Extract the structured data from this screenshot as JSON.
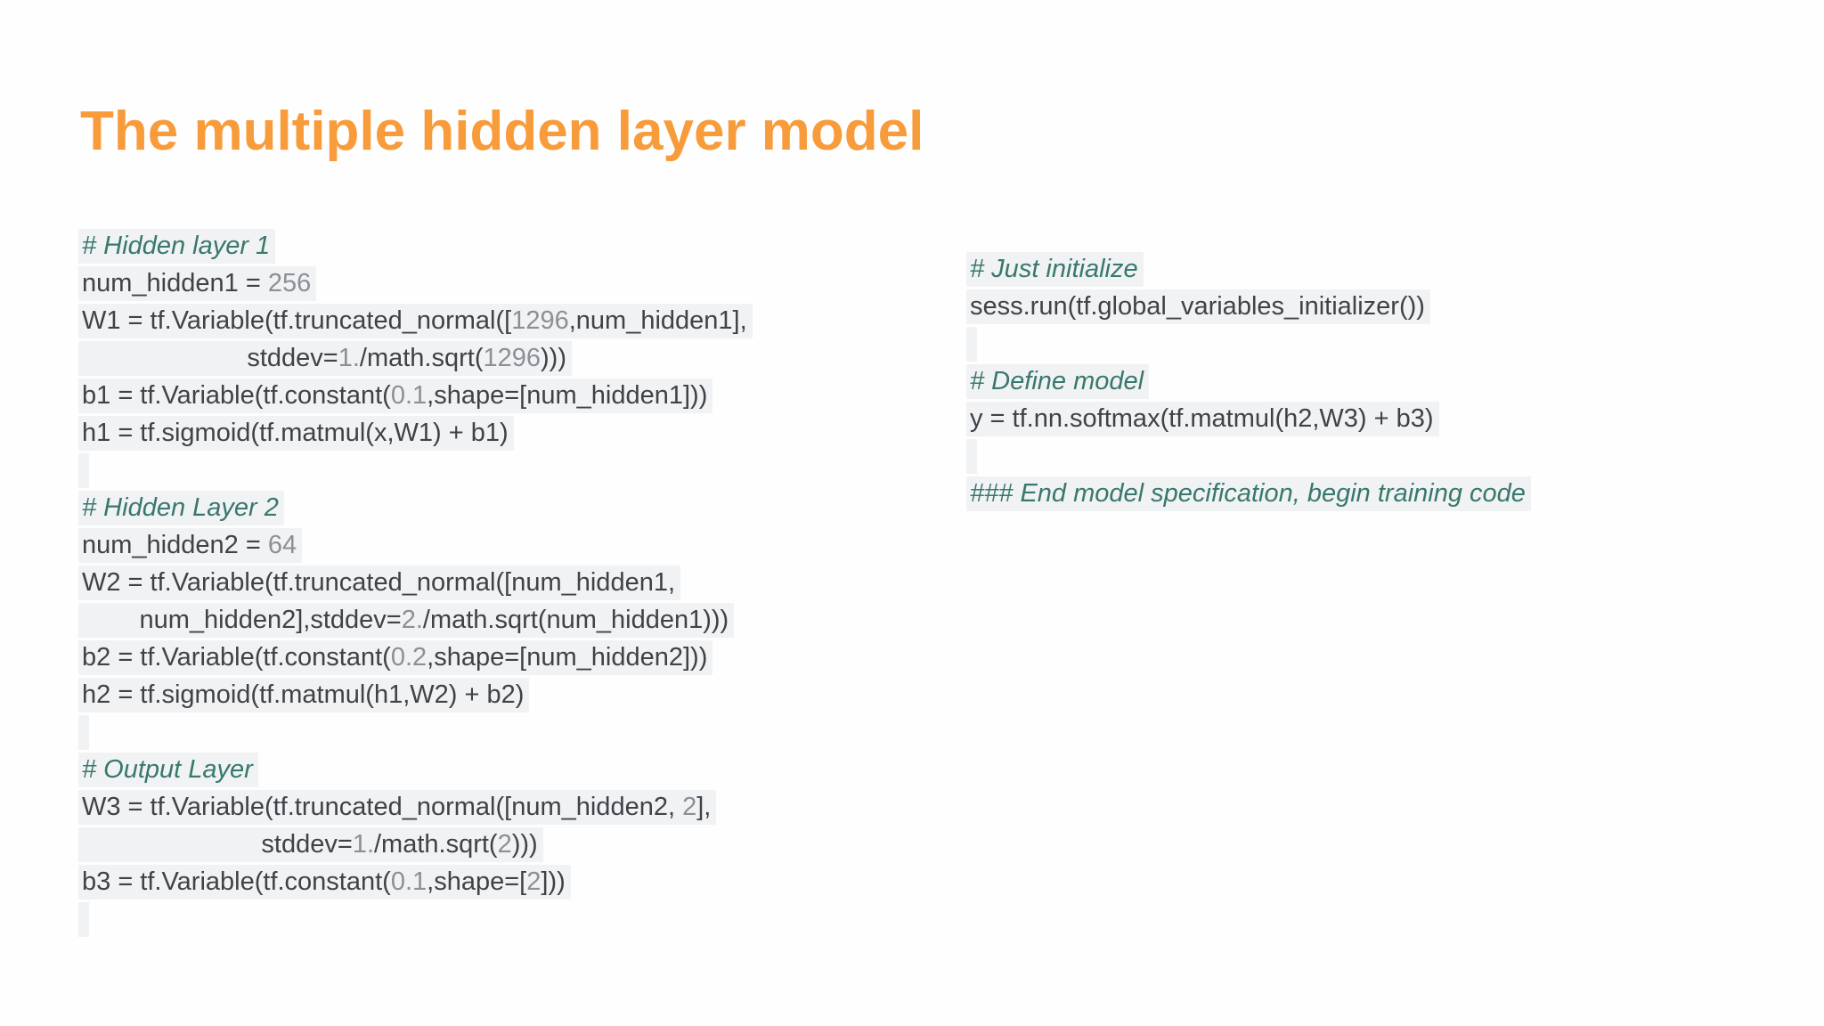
{
  "slide": {
    "title": "The multiple hidden layer model",
    "colors": {
      "background": "#FEFEFE",
      "title_orange": "#F89C3B",
      "comment_teal": "#38786D",
      "code_dark": "#3E4347",
      "number_gray": "#8A9095",
      "line_highlight": "#F1F2F4"
    },
    "columns": [
      {
        "name": "left",
        "lines": [
          {
            "type": "comment",
            "segments": [
              {
                "text": "# Hidden layer 1",
                "style": "comment"
              }
            ]
          },
          {
            "type": "code",
            "segments": [
              {
                "text": "num_hidden1 = ",
                "style": "code"
              },
              {
                "text": "256",
                "style": "number"
              }
            ]
          },
          {
            "type": "code",
            "segments": [
              {
                "text": "W1 = tf.Variable(tf.truncated_normal([",
                "style": "code"
              },
              {
                "text": "1296",
                "style": "number"
              },
              {
                "text": ",num_hidden1],",
                "style": "code"
              }
            ]
          },
          {
            "type": "code",
            "segments": [
              {
                "text": "                       stddev=",
                "style": "code"
              },
              {
                "text": "1.",
                "style": "number"
              },
              {
                "text": "/math.sqrt(",
                "style": "code"
              },
              {
                "text": "1296",
                "style": "number"
              },
              {
                "text": ")))",
                "style": "code"
              }
            ]
          },
          {
            "type": "code",
            "segments": [
              {
                "text": "b1 = tf.Variable(tf.constant(",
                "style": "code"
              },
              {
                "text": "0.1",
                "style": "number"
              },
              {
                "text": ",shape=[num_hidden1]))",
                "style": "code"
              }
            ]
          },
          {
            "type": "code",
            "segments": [
              {
                "text": "h1 = tf.sigmoid(tf.matmul(x,W1) + b1)",
                "style": "code"
              }
            ]
          },
          {
            "type": "blank"
          },
          {
            "type": "comment",
            "segments": [
              {
                "text": "# Hidden Layer 2",
                "style": "comment"
              }
            ]
          },
          {
            "type": "code",
            "segments": [
              {
                "text": "num_hidden2 = ",
                "style": "code"
              },
              {
                "text": "64",
                "style": "number"
              }
            ]
          },
          {
            "type": "code",
            "segments": [
              {
                "text": "W2 = tf.Variable(tf.truncated_normal([num_hidden1,",
                "style": "code"
              }
            ]
          },
          {
            "type": "code",
            "segments": [
              {
                "text": "        num_hidden2],stddev=",
                "style": "code"
              },
              {
                "text": "2.",
                "style": "number"
              },
              {
                "text": "/math.sqrt(num_hidden1)))",
                "style": "code"
              }
            ]
          },
          {
            "type": "code",
            "segments": [
              {
                "text": "b2 = tf.Variable(tf.constant(",
                "style": "code"
              },
              {
                "text": "0.2",
                "style": "number"
              },
              {
                "text": ",shape=[num_hidden2]))",
                "style": "code"
              }
            ]
          },
          {
            "type": "code",
            "segments": [
              {
                "text": "h2 = tf.sigmoid(tf.matmul(h1,W2) + b2)",
                "style": "code"
              }
            ]
          },
          {
            "type": "blank"
          },
          {
            "type": "comment",
            "segments": [
              {
                "text": "# Output Layer",
                "style": "comment"
              }
            ]
          },
          {
            "type": "code",
            "segments": [
              {
                "text": "W3 = tf.Variable(tf.truncated_normal([num_hidden2, ",
                "style": "code"
              },
              {
                "text": "2",
                "style": "number"
              },
              {
                "text": "],",
                "style": "code"
              }
            ]
          },
          {
            "type": "code",
            "segments": [
              {
                "text": "                         stddev=",
                "style": "code"
              },
              {
                "text": "1.",
                "style": "number"
              },
              {
                "text": "/math.sqrt(",
                "style": "code"
              },
              {
                "text": "2",
                "style": "number"
              },
              {
                "text": ")))",
                "style": "code"
              }
            ]
          },
          {
            "type": "code",
            "segments": [
              {
                "text": "b3 = tf.Variable(tf.constant(",
                "style": "code"
              },
              {
                "text": "0.1",
                "style": "number"
              },
              {
                "text": ",shape=[",
                "style": "code"
              },
              {
                "text": "2",
                "style": "number"
              },
              {
                "text": "]))",
                "style": "code"
              }
            ]
          },
          {
            "type": "blank"
          }
        ]
      },
      {
        "name": "right",
        "lines": [
          {
            "type": "comment",
            "segments": [
              {
                "text": "# Just initialize",
                "style": "comment"
              }
            ]
          },
          {
            "type": "code",
            "segments": [
              {
                "text": "sess.run(tf.global_variables_initializer())",
                "style": "code"
              }
            ]
          },
          {
            "type": "blank"
          },
          {
            "type": "comment",
            "segments": [
              {
                "text": "# Define model",
                "style": "comment"
              }
            ]
          },
          {
            "type": "code",
            "segments": [
              {
                "text": "y = tf.nn.softmax(tf.matmul(h2,W3) + b3)",
                "style": "code"
              }
            ]
          },
          {
            "type": "blank"
          },
          {
            "type": "comment",
            "segments": [
              {
                "text": "### End model specification, begin training code",
                "style": "comment"
              }
            ]
          }
        ]
      }
    ]
  }
}
